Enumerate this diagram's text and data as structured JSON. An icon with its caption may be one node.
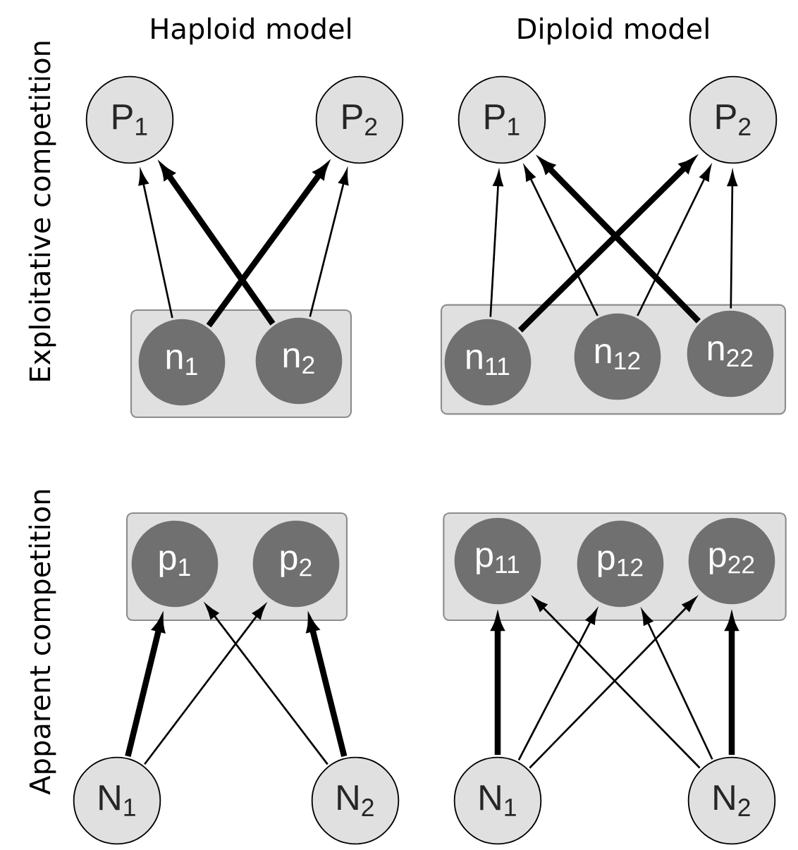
{
  "diagram": {
    "nodes": [
      {
        "text": [
          "P$_{1}$"
        ]
      },
      {
        "text": [
          "P$_{2}$"
        ]
      },
      {
        "text": [],
        "shape": "box"
      },
      {
        "text": [
          "n$_{1}$"
        ],
        "in": 2
      },
      {
        "text": [
          "n$_{2}$"
        ],
        "in": 2
      },
      {
        "text": [
          "P$_{1}$"
        ]
      },
      {
        "text": [
          "P$_{2}$"
        ]
      },
      {
        "text": [],
        "shape": "box"
      },
      {
        "text": [
          "n$_{11}$"
        ],
        "in": 7
      },
      {
        "text": [
          "n$_{12}$"
        ],
        "in": 7
      },
      {
        "text": [
          "n$_{22}$"
        ],
        "in": 7
      },
      {
        "text": [],
        "shape": "box"
      },
      {
        "text": [
          "p$_{1}$"
        ],
        "in": 11
      },
      {
        "text": [
          "p$_{2}$"
        ],
        "in": 11
      },
      {
        "text": [
          "N$_{1}$"
        ]
      },
      {
        "text": [
          "N$_{2}$"
        ]
      },
      {
        "text": [],
        "shape": "box"
      },
      {
        "text": [
          "p$_{11}$"
        ],
        "in": 16
      },
      {
        "text": [
          "p$_{12}$"
        ],
        "in": 16
      },
      {
        "text": [
          "p$_{22}$"
        ],
        "in": 16
      },
      {
        "text": [
          "N$_{1}$"
        ]
      },
      {
        "text": [
          "N$_{2}$"
        ]
      }
    ],
    "edges": [
      {
        "from": 3,
        "to": 0,
        "arrow": "to"
      },
      {
        "from": 3,
        "to": 1,
        "arrow": "to",
        "style": "thick"
      },
      {
        "from": 4,
        "to": 0,
        "arrow": "to",
        "style": "thick"
      },
      {
        "from": 4,
        "to": 1,
        "arrow": "to"
      },
      {
        "from": 8,
        "to": 5,
        "arrow": "to"
      },
      {
        "from": 8,
        "to": 6,
        "arrow": "to",
        "style": "thick"
      },
      {
        "from": 9,
        "to": 5,
        "arrow": "to"
      },
      {
        "from": 9,
        "to": 6,
        "arrow": "to"
      },
      {
        "from": 10,
        "to": 5,
        "arrow": "to",
        "style": "thick"
      },
      {
        "from": 10,
        "to": 6,
        "arrow": "to"
      },
      {
        "from": 14,
        "to": 12,
        "arrow": "to",
        "style": "thick"
      },
      {
        "from": 14,
        "to": 13,
        "arrow": "to"
      },
      {
        "from": 15,
        "to": 12,
        "arrow": "to"
      },
      {
        "from": 15,
        "to": 13,
        "arrow": "to",
        "style": "thick"
      },
      {
        "from": 20,
        "to": 17,
        "arrow": "to",
        "style": "thick"
      },
      {
        "from": 20,
        "to": 18,
        "arrow": "to"
      },
      {
        "from": 20,
        "to": 19,
        "arrow": "to"
      },
      {
        "from": 21,
        "to": 17,
        "arrow": "to"
      },
      {
        "from": 21,
        "to": 18,
        "arrow": "to"
      },
      {
        "from": 21,
        "to": 19,
        "arrow": "to",
        "style": "thick"
      }
    ],
    "labels": [
      "Haploid model",
      "Diploid model",
      "Exploitative competition",
      "Apparent competition"
    ]
  }
}
